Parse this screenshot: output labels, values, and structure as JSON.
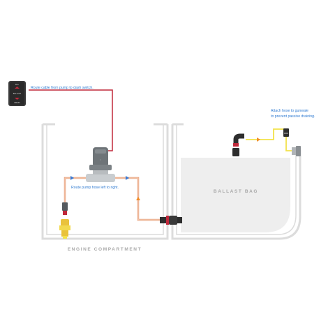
{
  "switch": {
    "top_label": "FILL",
    "mid_label": "BALLAST",
    "bottom_label": "DRAIN"
  },
  "annotations": {
    "cable": "Route cable from pump to dash switch.",
    "hose": "Route pump hose left to right.",
    "gunwale_line1": "Attach hose to gunwale",
    "gunwale_line2": "to prevent passive draining."
  },
  "regions": {
    "ballast_bag": "BALLAST BAG",
    "engine_compartment": "ENGINE COMPARTMENT"
  },
  "colors": {
    "cable": "#c0283a",
    "hose": "#e8a07a",
    "hose_line": "#f0c8b0",
    "gunwale_hose": "#f2e24a",
    "arrow_blue": "#3b7bd4",
    "arrow_orange": "#f28c28",
    "annotation_text": "#2e7ad1",
    "compartment_wall": "#dcdcdc",
    "bag_fill": "#eeeeee",
    "region_text": "#a8a8a8"
  }
}
